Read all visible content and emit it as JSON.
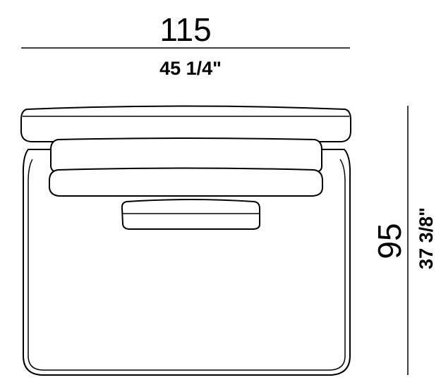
{
  "width_dimension": {
    "metric": "115",
    "imperial": "45 1/4\""
  },
  "depth_dimension": {
    "metric": "95",
    "imperial": "37 3/8\""
  }
}
